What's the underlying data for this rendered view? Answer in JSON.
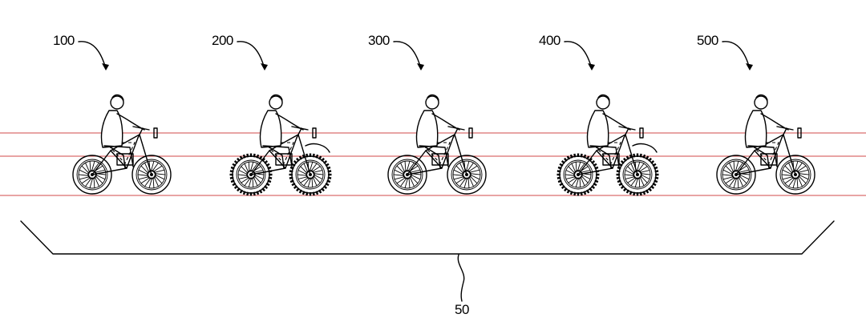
{
  "figure": {
    "vehicles": [
      {
        "ref": "100",
        "tire": "road"
      },
      {
        "ref": "200",
        "tire": "knobby"
      },
      {
        "ref": "300",
        "tire": "road"
      },
      {
        "ref": "400",
        "tire": "knobby"
      },
      {
        "ref": "500",
        "tire": "road"
      }
    ],
    "group_ref": "50",
    "colors": {
      "line": "#000000",
      "guide": "#d24a4a",
      "background": "#ffffff"
    }
  }
}
